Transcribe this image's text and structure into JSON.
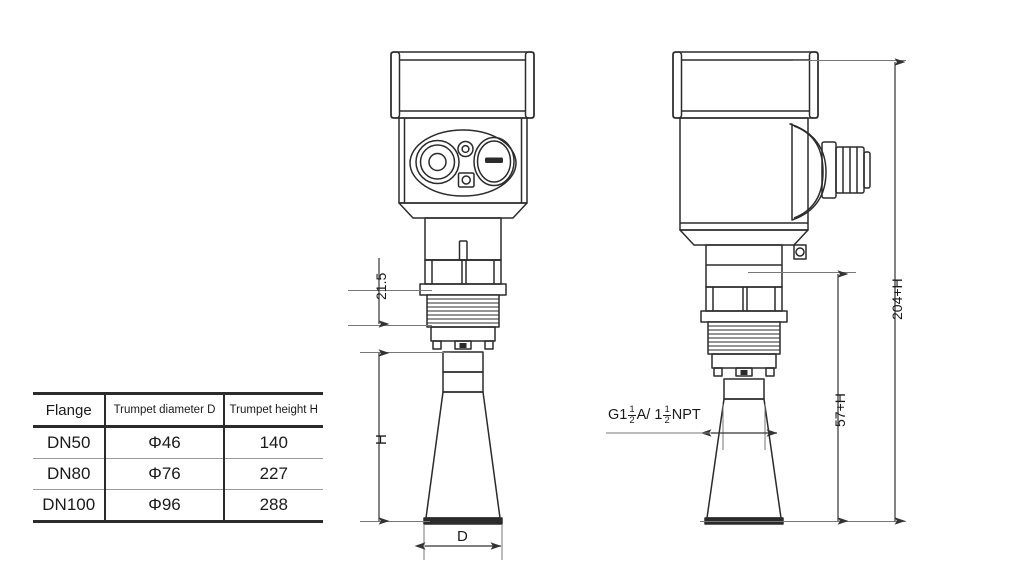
{
  "document": {
    "kind": "technical-drawing",
    "title": "Radar level meter horn antenna dimensional drawing",
    "background_color": "#ffffff",
    "line_color": "#2b2b2b",
    "dimension_line_color": "#555555",
    "text_color": "#1a1a1a"
  },
  "spec_table": {
    "headers": [
      "Flange",
      "Trumpet diameter D",
      "Trumpet height  H"
    ],
    "rows": [
      {
        "flange": "DN50",
        "diameter": "Φ46",
        "height": "140"
      },
      {
        "flange": "DN80",
        "diameter": "Φ76",
        "height": "227"
      },
      {
        "flange": "DN100",
        "diameter": "Φ96",
        "height": "288"
      }
    ]
  },
  "front_view": {
    "name": "front-view",
    "dimensions": {
      "neck_height": "21.5",
      "horn_height": "H",
      "horn_diameter": "D"
    }
  },
  "side_view": {
    "name": "side-view",
    "thread_label": {
      "prefix": "G1",
      "fraction_1_num": "1",
      "fraction_1_den": "2",
      "middle": "A/ 1",
      "fraction_2_num": "1",
      "fraction_2_den": "2",
      "suffix": "NPT"
    },
    "dimensions": {
      "lower_height": "57+H",
      "total_height": "204+H"
    }
  }
}
